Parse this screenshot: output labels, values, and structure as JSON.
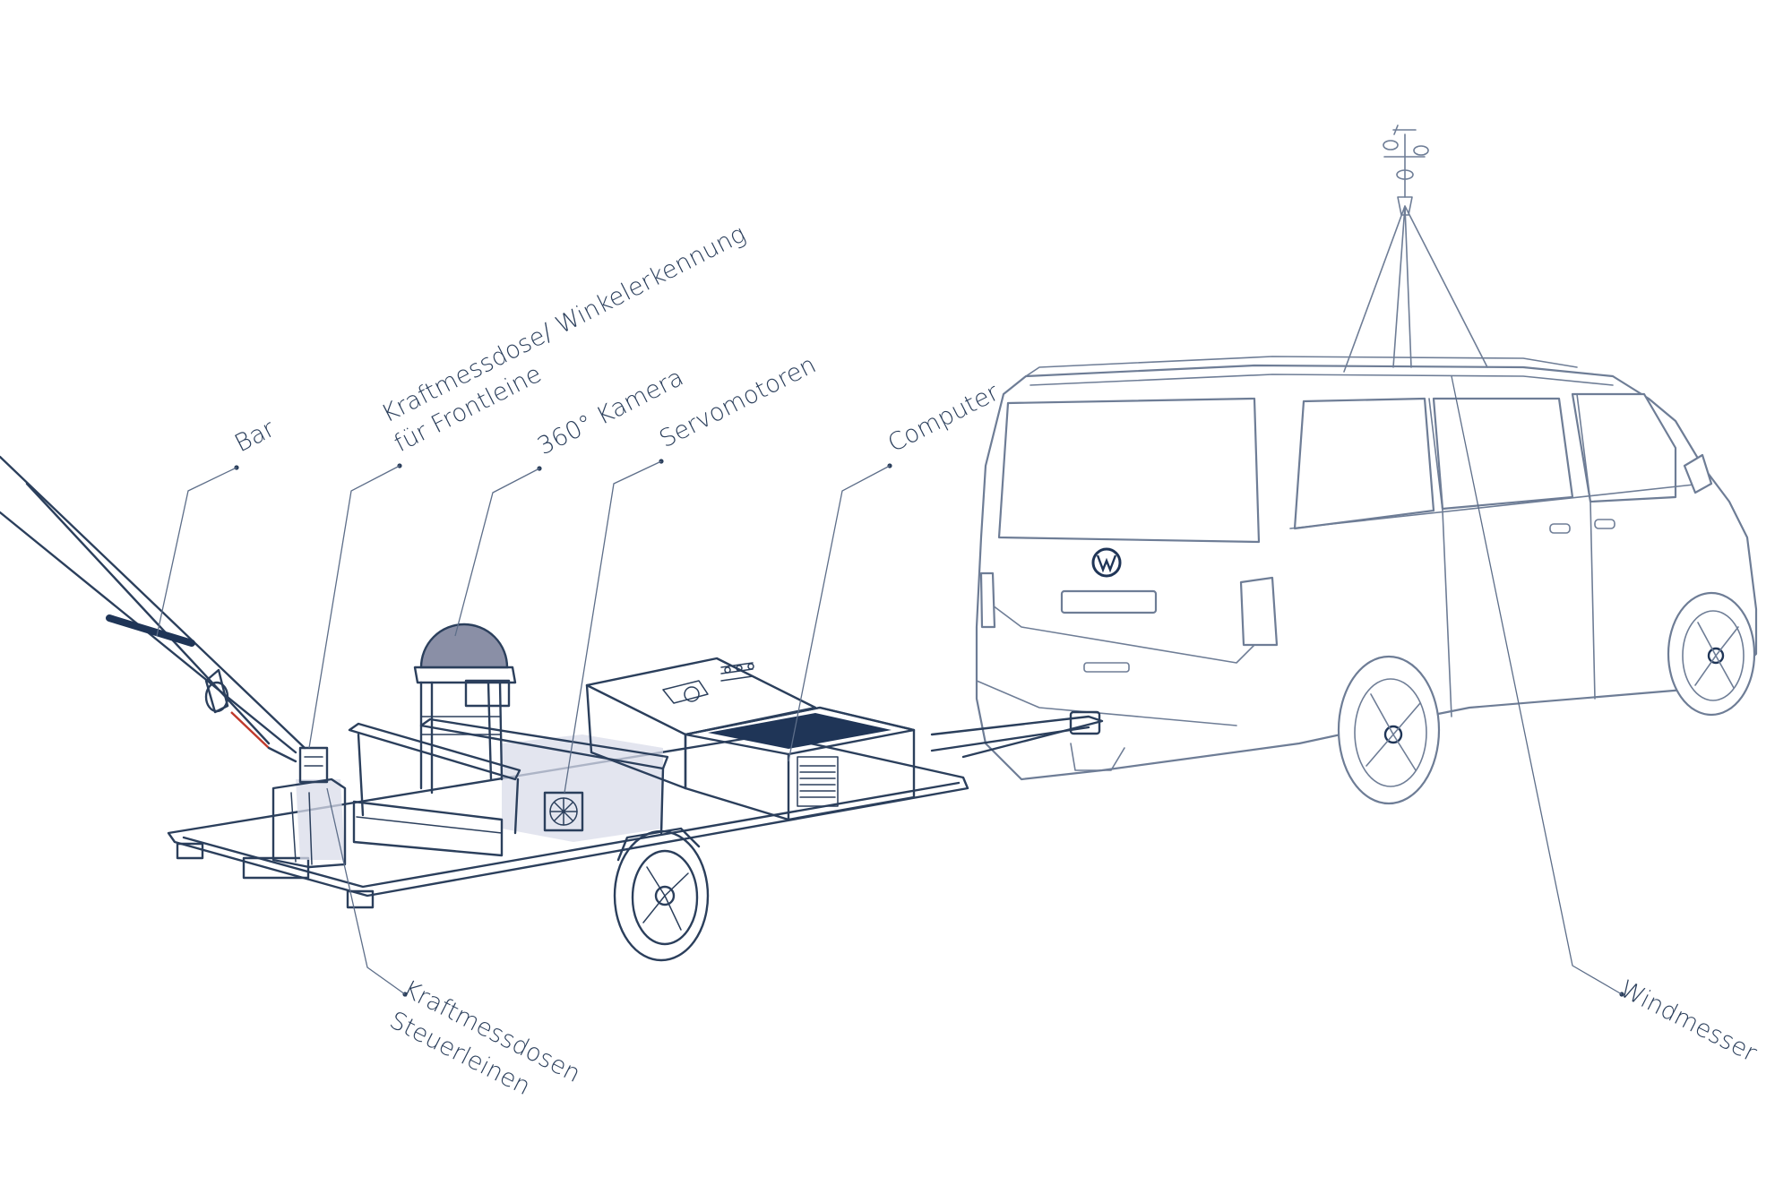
{
  "labels": {
    "bar": "Bar",
    "kraftmessdose_frontleine_1": "Kraftmessdose/ Winkelerkennung",
    "kraftmessdose_frontleine_2": "für Frontleine",
    "kamera": "360° Kamera",
    "servomotoren": "Servomotoren",
    "computer": "Computer",
    "kraftmessdosen_steuerleinen_1": "Kraftmessdosen",
    "kraftmessdosen_steuerleinen_2": "Steuerleinen",
    "windmesser": "Windmesser"
  },
  "colors": {
    "line": "#2b3f5c",
    "van_line": "#6e7d96",
    "dome": "#8a8fa6",
    "screen": "#1f3557",
    "shade": "#d9dcea",
    "accent_red": "#c0392b"
  }
}
